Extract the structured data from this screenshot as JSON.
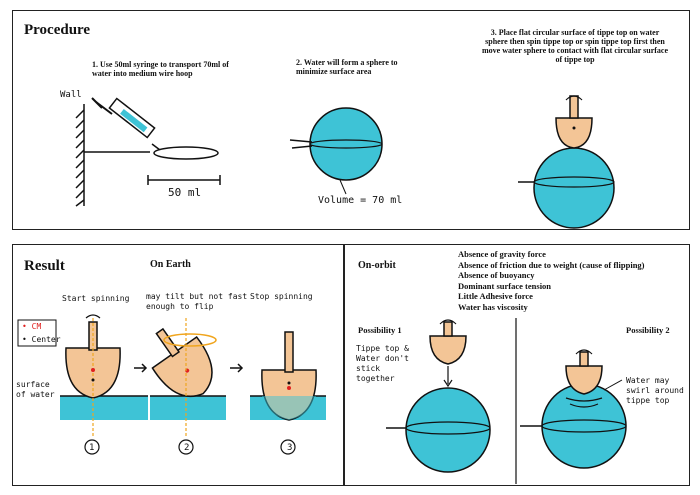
{
  "procedure": {
    "title": "Procedure",
    "steps": [
      "1. Use 50ml syringe to transport 70ml of water into medium wire hoop",
      "2. Water will form a sphere to minimize surface area",
      "3. Place flat circular surface of tippe top on water sphere then spin tippe top or spin tippe top first then move water sphere to contact with flat circular surface of tippe top"
    ],
    "wall_label": "Wall",
    "measure_label": "50 ml",
    "volume_label": "Volume = 70 ml"
  },
  "result": {
    "title": "Result",
    "subtitle": "On Earth",
    "legend": {
      "cm": "• CM",
      "center": "• Center"
    },
    "surface_label": "surface of water",
    "stage_labels": [
      "Start spinning",
      "may tilt but not fast enough to flip",
      "Stop spinning"
    ],
    "stage_numbers": [
      "1",
      "2",
      "3"
    ]
  },
  "orbit": {
    "title": "On-orbit",
    "facts": [
      "Absence of gravity force",
      "Absence of friction due to weight (cause of flipping)",
      "Absence of buoyancy",
      "Dominant surface tension",
      "Little Adhesive force",
      "Water has viscosity"
    ],
    "possibility1": "Possibility 1",
    "possibility2": "Possibility 2",
    "note1": "Tippe top & Water don't stick together",
    "note2": "Water may swirl around tippe top"
  },
  "colors": {
    "water": "#3ec3d6",
    "top_body": "#f3c596",
    "legend_red": "#e0201f",
    "arrow_orange": "#f0a51e"
  }
}
